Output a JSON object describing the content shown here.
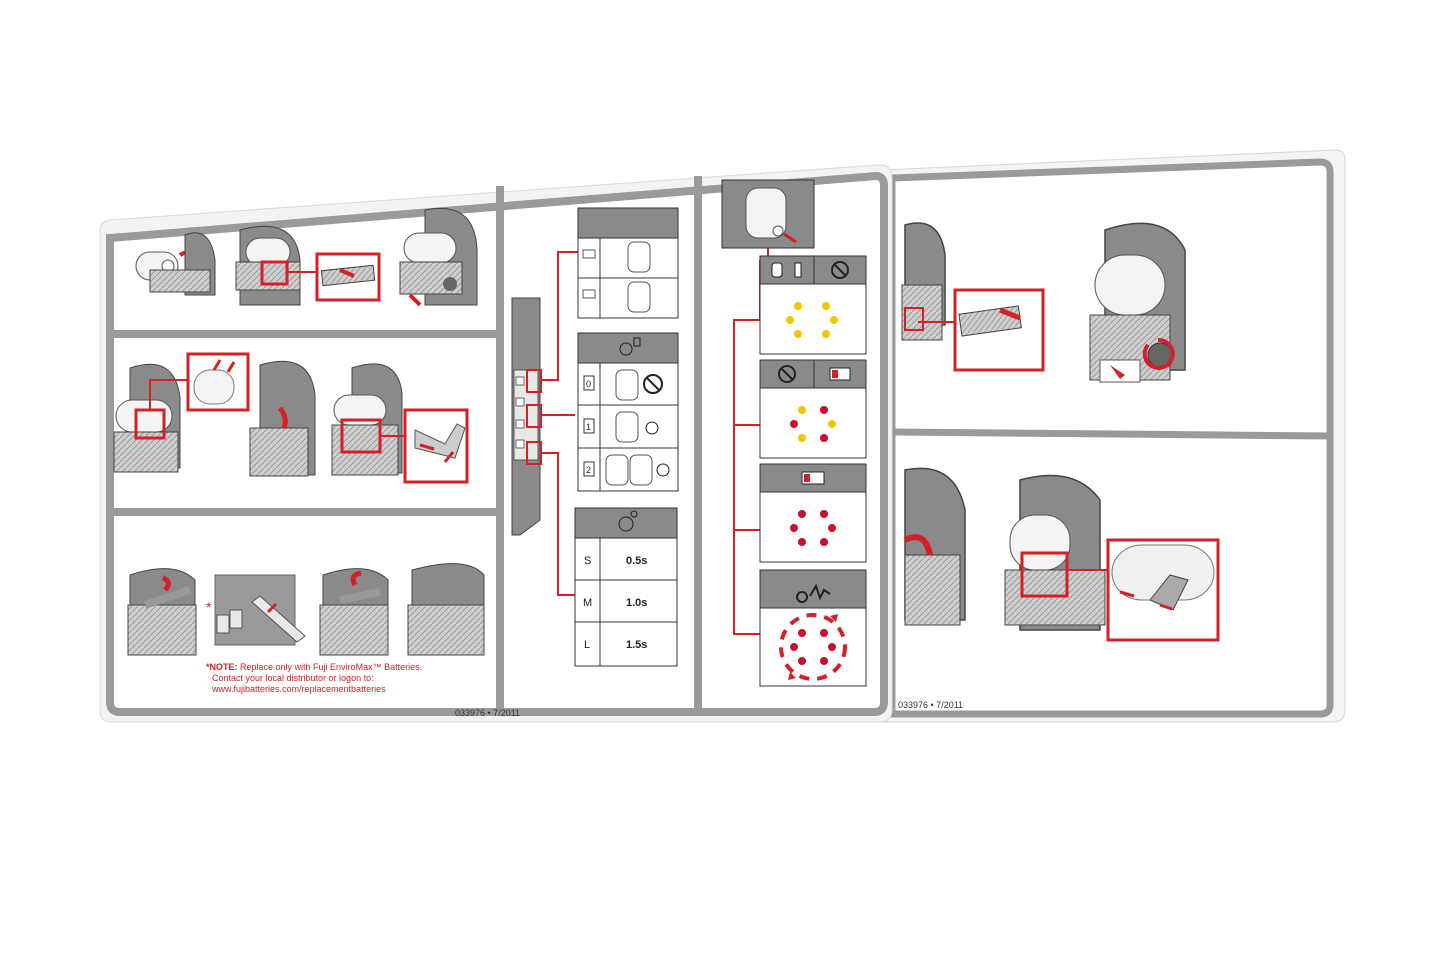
{
  "colors": {
    "accent_red": "#d42027",
    "panel_gray": "#8c8c8c",
    "border_gray": "#9a9a9a",
    "sticker_bg": "#f2f2f2",
    "led_yellow": "#f2c500",
    "led_red": "#c8102e"
  },
  "left_sticker": {
    "note_prefix": "*",
    "note_label": "NOTE:",
    "note_line1": " Replace only with Fuji EnviroMax™ Batteries.",
    "note_line2": "Contact your local distributor or logon to:",
    "note_line3": "www.fujibatteries.com/replacementbatteries",
    "part_code": "033976 • 7/2011"
  },
  "length_table": {
    "clock_icon": "timer-icon",
    "rows": [
      {
        "key": "S",
        "value": "0.5s"
      },
      {
        "key": "M",
        "value": "1.0s"
      },
      {
        "key": "L",
        "value": "1.5s"
      }
    ]
  },
  "delay_table": {
    "rows": [
      {
        "key": "0"
      },
      {
        "key": "1"
      },
      {
        "key": "2"
      }
    ]
  },
  "led_panels": [
    {
      "icons": [
        "roll-to-stub-icon",
        "no-symbol-icon"
      ],
      "leds": [
        "yellow",
        "yellow",
        "yellow",
        "yellow"
      ]
    },
    {
      "icons": [
        "no-symbol-icon",
        "battery-low-icon"
      ],
      "leds": [
        "yellow",
        "red",
        "yellow",
        "red"
      ]
    },
    {
      "icons": [
        "battery-low-icon"
      ],
      "leds": [
        "red",
        "red",
        "red",
        "red",
        "red",
        "red"
      ]
    },
    {
      "icons": [
        "paper-jam-icon"
      ],
      "leds": [
        "red",
        "red",
        "red",
        "red",
        "red",
        "red"
      ]
    }
  ],
  "right_sticker": {
    "part_code": "033976 • 7/2011"
  }
}
